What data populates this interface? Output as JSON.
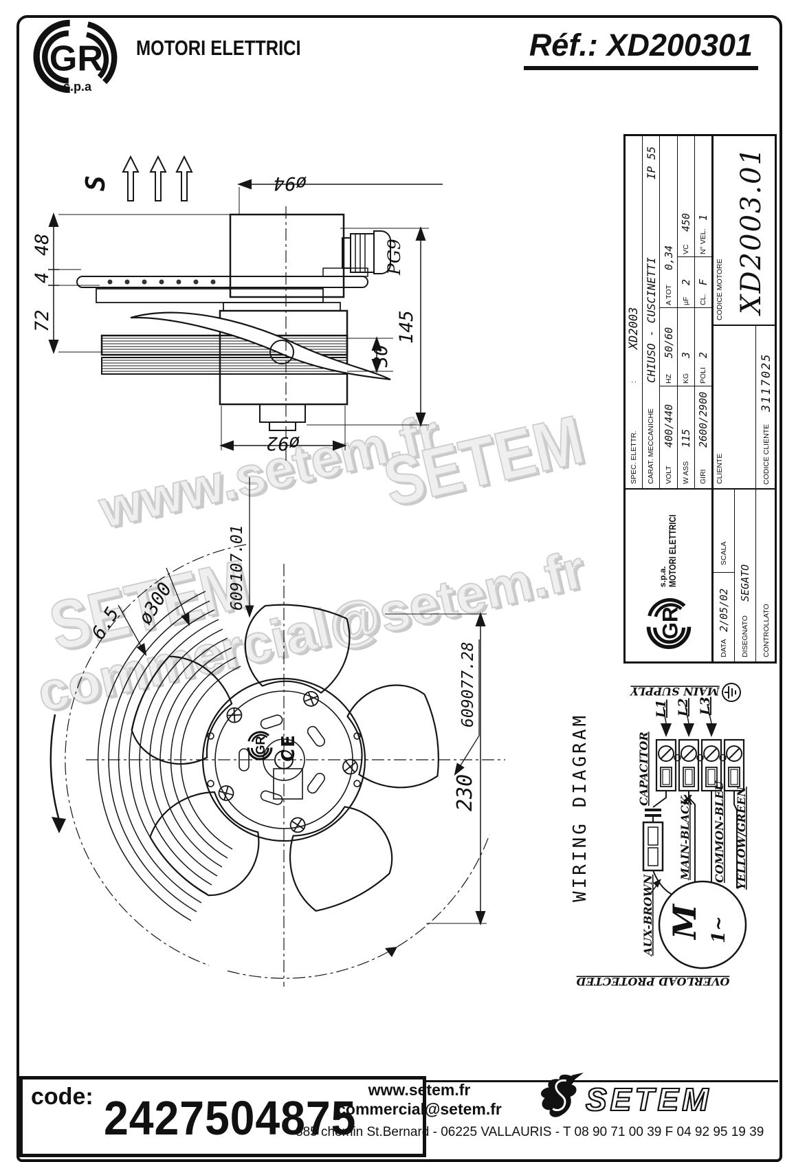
{
  "colors": {
    "ink": "#111111",
    "watermark": "#d9d9d9"
  },
  "header": {
    "logo_gr": "GR",
    "brand": "MOTORI ELETTRICI",
    "brand_sub": "s.p.a",
    "ref": "Réf.: XD200301"
  },
  "watermarks": {
    "line1": "www.setem.fr",
    "line2": "SETEM",
    "line3": "SETEM",
    "line4": "commercial@setem.fr"
  },
  "side_view": {
    "flow": "S",
    "dim_48": "48",
    "dim_4": "4",
    "dim_72": "72",
    "dim_d94": "ø94",
    "gland": "PG9",
    "dim_145": "145",
    "dim_30": "30",
    "dim_d92": "ø92"
  },
  "front_view": {
    "dim_d300": "ø300",
    "dim_65": "6.5",
    "ref_guard": "609107.01",
    "ref_blade": "609077.28",
    "dim_230": "230",
    "ce_mark": "CE"
  },
  "title_block": {
    "spec_label": "SPEC. ELETTR.",
    "spec_sep": ":",
    "spec_value": "XD2003",
    "mech_label": "CARAT. MECCANICHE",
    "mech_value": "CHIUSO - CUSCINETTI",
    "ip": "IP 55",
    "volt_label": "VOLT",
    "volt_value": "400/440",
    "hz_label": "HZ",
    "hz_value": "50/60",
    "atot_label": "A TOT",
    "atot_value": "0,34",
    "wass_label": "W ASS",
    "wass_value": "115",
    "kg_label": "KG",
    "kg_value": "3",
    "uf_label": "µF",
    "uf_value": "2",
    "vc_label": "VC",
    "vc_value": "450",
    "giri_label": "GIRI",
    "giri_value": "2600/2900",
    "poli_label": "POLI",
    "poli_value": "2",
    "cl_label": "CL.",
    "cl_value": "F",
    "nvel_label": "N° VEL.",
    "nvel_value": "1",
    "data_label": "DATA",
    "data_value": "2/05/02",
    "scala_label": "SCALA",
    "disegnato_label": "DISEGNATO",
    "disegnato_value": "SEGATO",
    "controllato_label": "CONTROLLATO",
    "cliente_label": "CLIENTE",
    "codice_cliente_label": "CODICE CLIENTE",
    "codice_cliente_value": "3117025",
    "codice_motore_label": "CODICE MOTORE",
    "codice_motore_value": "XD2003.01",
    "logo_spa": "s.p.a.",
    "logo_brand": "MOTORI ELETTRICI"
  },
  "wiring": {
    "title": "WIRING DIAGRAM",
    "capacitor": "CAPACITOR",
    "main_supply": "MAIN SUPPLY",
    "l1": "L1",
    "l2": "L2",
    "l3": "L3",
    "x_mark": "X",
    "main_black": "MAIN-BLACK",
    "common_bleu": "COMMON-BLEU",
    "yellow_green": "YELLOW/GREEN",
    "aux_brown": "AUX-BROWN",
    "motor_m": "M",
    "motor_phase": "1~",
    "overload": "OVERLOAD PROTECTED"
  },
  "footer": {
    "code_label": "code:",
    "code_value": "2427504875",
    "url": "www.setem.fr",
    "email": "commercial@setem.fr",
    "address": "885 chemin St.Bernard  -  06225 VALLAURIS  -  T 08 90 71 00 39   F 04 92 95 19 39",
    "logo_text": "SETEM"
  }
}
